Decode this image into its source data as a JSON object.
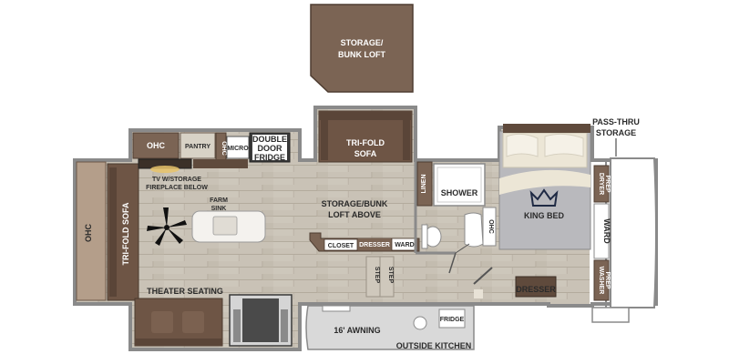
{
  "labels": {
    "storage_loft_1": "STORAGE/",
    "storage_loft_2": "BUNK LOFT",
    "pass_thru_1": "PASS-THRU",
    "pass_thru_2": "STORAGE",
    "ohc_kitchen": "OHC",
    "pantry": "PANTRY",
    "ohc_vertical": "OHC",
    "micro": "MICRO",
    "fridge_1": "DOUBLE",
    "fridge_2": "DOOR",
    "fridge_3": "FRIDGE",
    "trifold_top_1": "TRI-FOLD",
    "trifold_top_2": "SOFA",
    "tv_1": "TV W/STORAGE",
    "tv_2": "FIREPLACE BELOW",
    "farm_sink_1": "FARM",
    "farm_sink_2": "SINK",
    "storage_bunk_1": "STORAGE/BUNK",
    "storage_bunk_2": "LOFT ABOVE",
    "linen": "LINEN",
    "shower": "SHOWER",
    "king_bed": "KING BED",
    "dryer_prep_1": "DRYER",
    "dryer_prep_2": "PREP",
    "ward_right": "WARD",
    "washer_prep_1": "WASHER",
    "washer_prep_2": "PREP",
    "ohc_left": "OHC",
    "trifold_left": "TRI-FOLD SOFA",
    "closet": "CLOSET",
    "dresser_mid": "DRESSER",
    "ward_mid": "WARD",
    "ohc_bath": "OHC",
    "step_1": "STEP",
    "step_2": "STEP",
    "dresser_right": "DRESSER",
    "theater_seating": "THEATER SEATING",
    "awning": "16' AWNING",
    "fridge_outside": "FRIDGE",
    "outside_kitchen": "OUTSIDE KITCHEN"
  },
  "colors": {
    "floor": "#c9c2b6",
    "plank_line": "#aea596",
    "wall": "#8a8a8a",
    "cabinet_brown": "#7b6454",
    "cabinet_dark": "#5f4a3c",
    "sofa_brown": "#6e5545",
    "bed_gray": "#b9b9bd",
    "bed_cream": "#ece6d6",
    "outside_gray": "#d9d9d9"
  },
  "icons": {
    "ceiling_fan": "ceiling-fan-icon",
    "crown": "crown-icon"
  }
}
